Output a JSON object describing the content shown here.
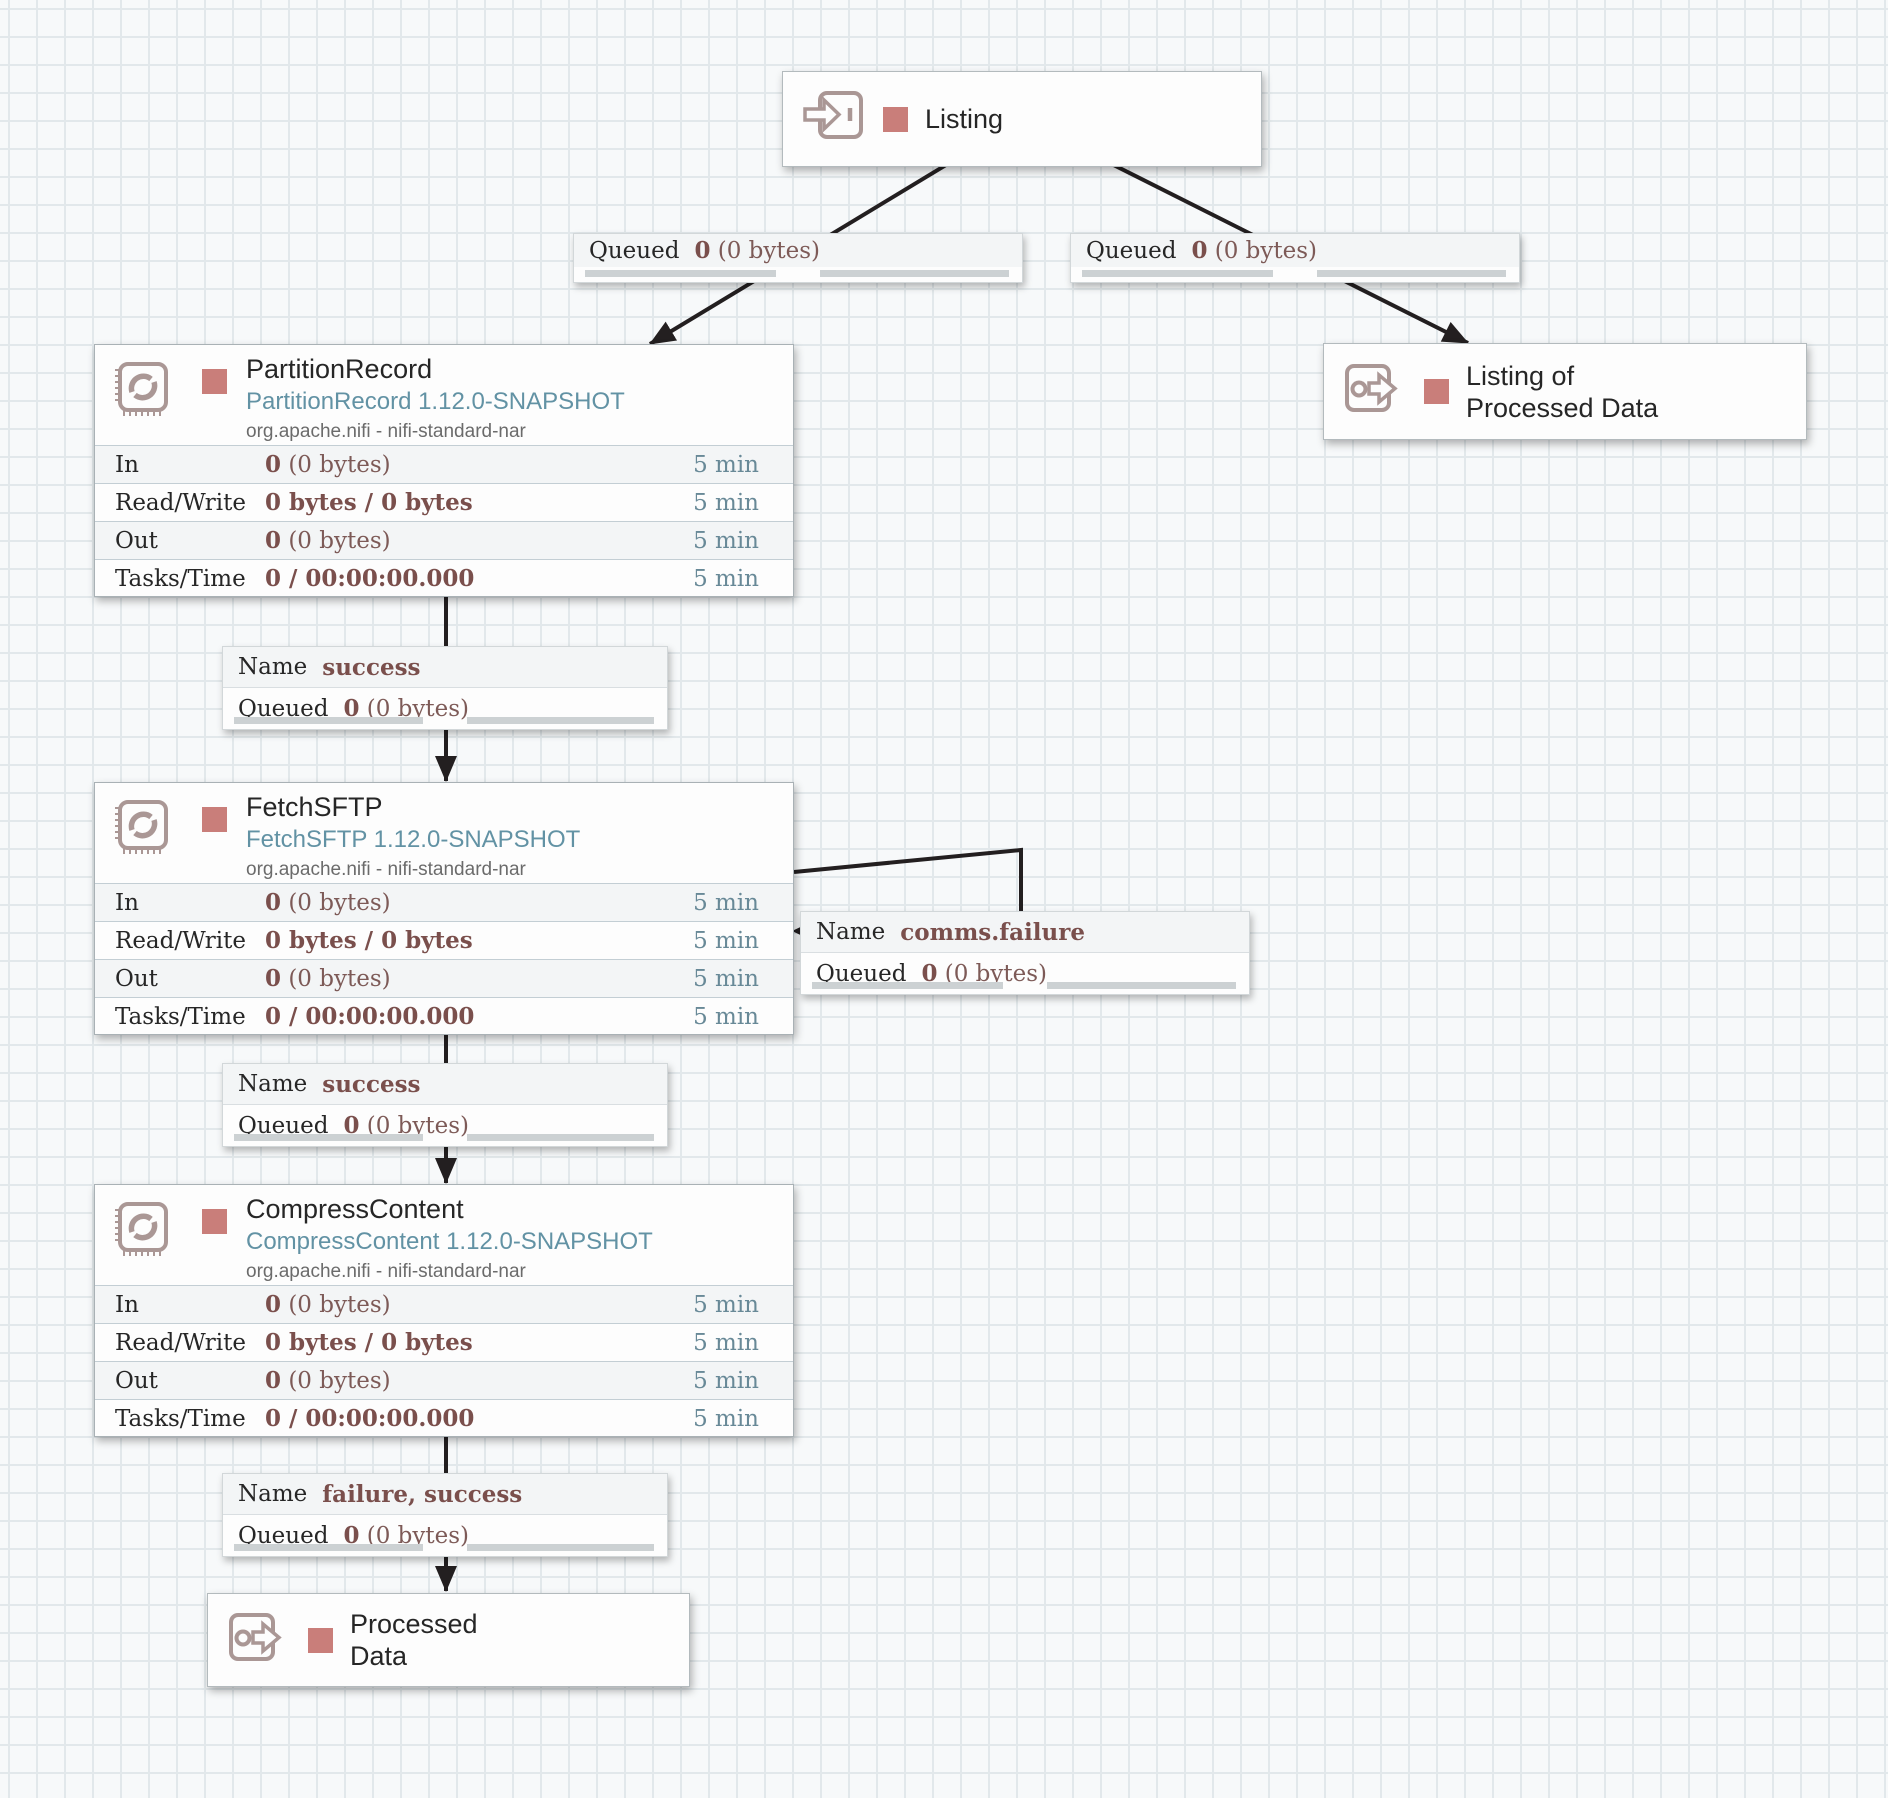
{
  "colors": {
    "stopped_indicator": "#c97e7a",
    "component_icon": "#aa9795",
    "type_text": "#6292a4",
    "stat_value": "#7a4f4c",
    "stat_window": "#688997",
    "wire": "#231f20"
  },
  "ports": {
    "listing": {
      "label": "Listing"
    },
    "listing_processed": {
      "line1": "Listing of",
      "line2": "Processed Data"
    },
    "processed": {
      "line1": "Processed",
      "line2": "Data"
    }
  },
  "processors": [
    {
      "title": "PartitionRecord",
      "type": "PartitionRecord 1.12.0-SNAPSHOT",
      "bundle": "org.apache.nifi - nifi-standard-nar",
      "stats": [
        {
          "label": "In",
          "bold": "0",
          "rest": " (0 bytes)",
          "window": "5 min"
        },
        {
          "label": "Read/Write",
          "bold": "0 bytes / 0 bytes",
          "rest": "",
          "window": "5 min"
        },
        {
          "label": "Out",
          "bold": "0",
          "rest": " (0 bytes)",
          "window": "5 min"
        },
        {
          "label": "Tasks/Time",
          "bold": "0 / 00:00:00.000",
          "rest": "",
          "window": "5 min"
        }
      ]
    },
    {
      "title": "FetchSFTP",
      "type": "FetchSFTP 1.12.0-SNAPSHOT",
      "bundle": "org.apache.nifi - nifi-standard-nar",
      "stats": [
        {
          "label": "In",
          "bold": "0",
          "rest": " (0 bytes)",
          "window": "5 min"
        },
        {
          "label": "Read/Write",
          "bold": "0 bytes / 0 bytes",
          "rest": "",
          "window": "5 min"
        },
        {
          "label": "Out",
          "bold": "0",
          "rest": " (0 bytes)",
          "window": "5 min"
        },
        {
          "label": "Tasks/Time",
          "bold": "0 / 00:00:00.000",
          "rest": "",
          "window": "5 min"
        }
      ]
    },
    {
      "title": "CompressContent",
      "type": "CompressContent 1.12.0-SNAPSHOT",
      "bundle": "org.apache.nifi - nifi-standard-nar",
      "stats": [
        {
          "label": "In",
          "bold": "0",
          "rest": " (0 bytes)",
          "window": "5 min"
        },
        {
          "label": "Read/Write",
          "bold": "0 bytes / 0 bytes",
          "rest": "",
          "window": "5 min"
        },
        {
          "label": "Out",
          "bold": "0",
          "rest": " (0 bytes)",
          "window": "5 min"
        },
        {
          "label": "Tasks/Time",
          "bold": "0 / 00:00:00.000",
          "rest": "",
          "window": "5 min"
        }
      ]
    }
  ],
  "connections": {
    "listing_to_partition": {
      "key": "Queued",
      "bold": "0",
      "rest": " (0 bytes)"
    },
    "listing_to_listing_processed": {
      "key": "Queued",
      "bold": "0",
      "rest": " (0 bytes)"
    },
    "partition_to_fetch": {
      "name_key": "Name",
      "name": "success",
      "key": "Queued",
      "bold": "0",
      "rest": " (0 bytes)"
    },
    "fetch_self_loop": {
      "name_key": "Name",
      "name": "comms.failure",
      "key": "Queued",
      "bold": "0",
      "rest": " (0 bytes)"
    },
    "fetch_to_compress": {
      "name_key": "Name",
      "name": "success",
      "key": "Queued",
      "bold": "0",
      "rest": " (0 bytes)"
    },
    "compress_to_processed": {
      "name_key": "Name",
      "name": "failure, success",
      "key": "Queued",
      "bold": "0",
      "rest": " (0 bytes)"
    }
  }
}
